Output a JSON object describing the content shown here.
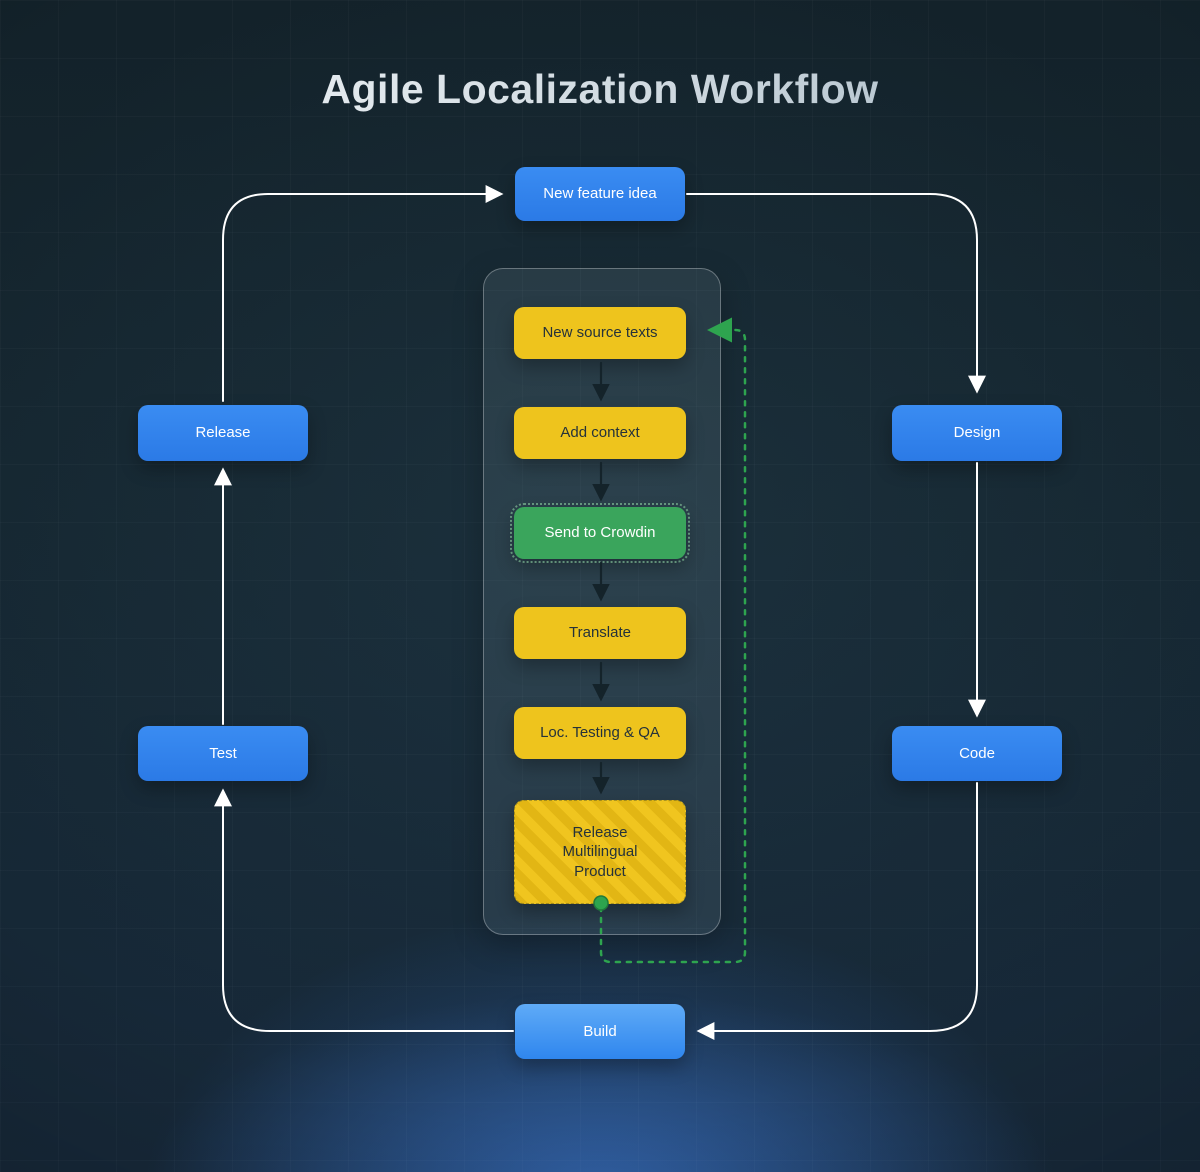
{
  "title": "Agile Localization Workflow",
  "outer_cycle": {
    "new_feature_idea": "New feature idea",
    "design": "Design",
    "code": "Code",
    "build": "Build",
    "test": "Test",
    "release": "Release"
  },
  "inner_flow": {
    "steps": [
      {
        "label": "New source texts",
        "style": "yellow"
      },
      {
        "label": "Add context",
        "style": "yellow"
      },
      {
        "label": "Send to Crowdin",
        "style": "green"
      },
      {
        "label": "Translate",
        "style": "yellow"
      },
      {
        "label": "Loc. Testing & QA",
        "style": "yellow"
      },
      {
        "label": "Release Multilingual Product",
        "style": "yellow-hatched"
      }
    ]
  },
  "colors": {
    "blue_node": "#2F80ED",
    "blue_node_highlight": "#4EA1F7",
    "yellow_node": "#EEC41D",
    "green_node": "#3AA55C",
    "green_feedback_line": "#2EA44F",
    "white_arrows": "#FFFFFF",
    "background": "#15262E"
  }
}
